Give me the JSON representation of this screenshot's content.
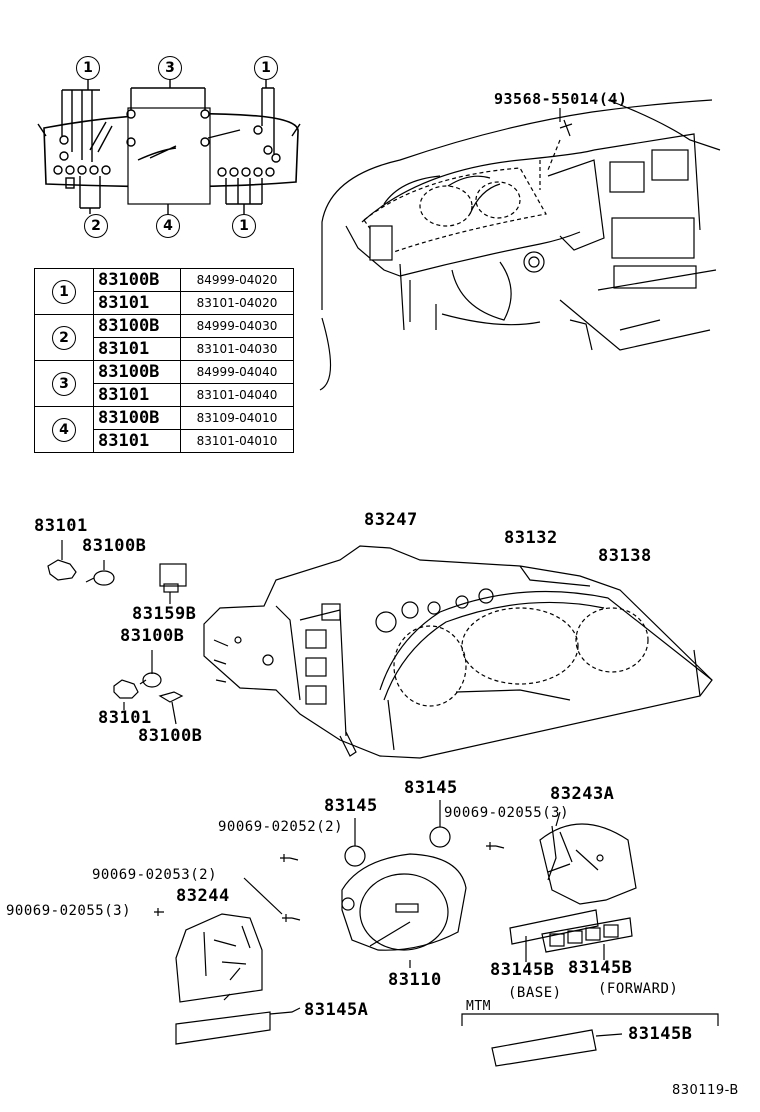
{
  "callouts": {
    "c1a": "1",
    "c3": "3",
    "c1b": "1",
    "c2": "2",
    "c4": "4",
    "c1c": "1"
  },
  "table": {
    "rows": [
      {
        "key": "1",
        "part_a": "83100B",
        "num_a": "84999-04020",
        "part_b": "83101",
        "num_b": "83101-04020"
      },
      {
        "key": "2",
        "part_a": "83100B",
        "num_a": "84999-04030",
        "part_b": "83101",
        "num_b": "83101-04030"
      },
      {
        "key": "3",
        "part_a": "83100B",
        "num_a": "84999-04040",
        "part_b": "83101",
        "num_b": "83101-04040"
      },
      {
        "key": "4",
        "part_a": "83100B",
        "num_a": "83109-04010",
        "part_b": "83101",
        "num_b": "83101-04010"
      }
    ]
  },
  "labels": {
    "screw_top": "93568-55014(4)",
    "p83101_top": "83101",
    "p83100b_top": "83100B",
    "p83247": "83247",
    "p83132": "83132",
    "p83138": "83138",
    "p83159b": "83159B",
    "p83100b_mid": "83100B",
    "p83101_bot": "83101",
    "p83100b_bot": "83100B",
    "p83145_a": "83145",
    "p83145_b": "83145",
    "p83243a": "83243A",
    "screw_90069_02052": "90069-02052(2)",
    "screw_90069_02055_r": "90069-02055(3)",
    "screw_90069_02053": "90069-02053(2)",
    "p83244": "83244",
    "screw_90069_02055_l": "90069-02055(3)",
    "p83110": "83110",
    "p83145b_base": "83145B",
    "base_note": "(BASE)",
    "p83145b_fwd": "83145B",
    "forward_note": "(FORWARD)",
    "p83145a": "83145A",
    "mtm": "MTM",
    "p83145b_mtm": "83145B",
    "ref_code": "830119-B"
  }
}
